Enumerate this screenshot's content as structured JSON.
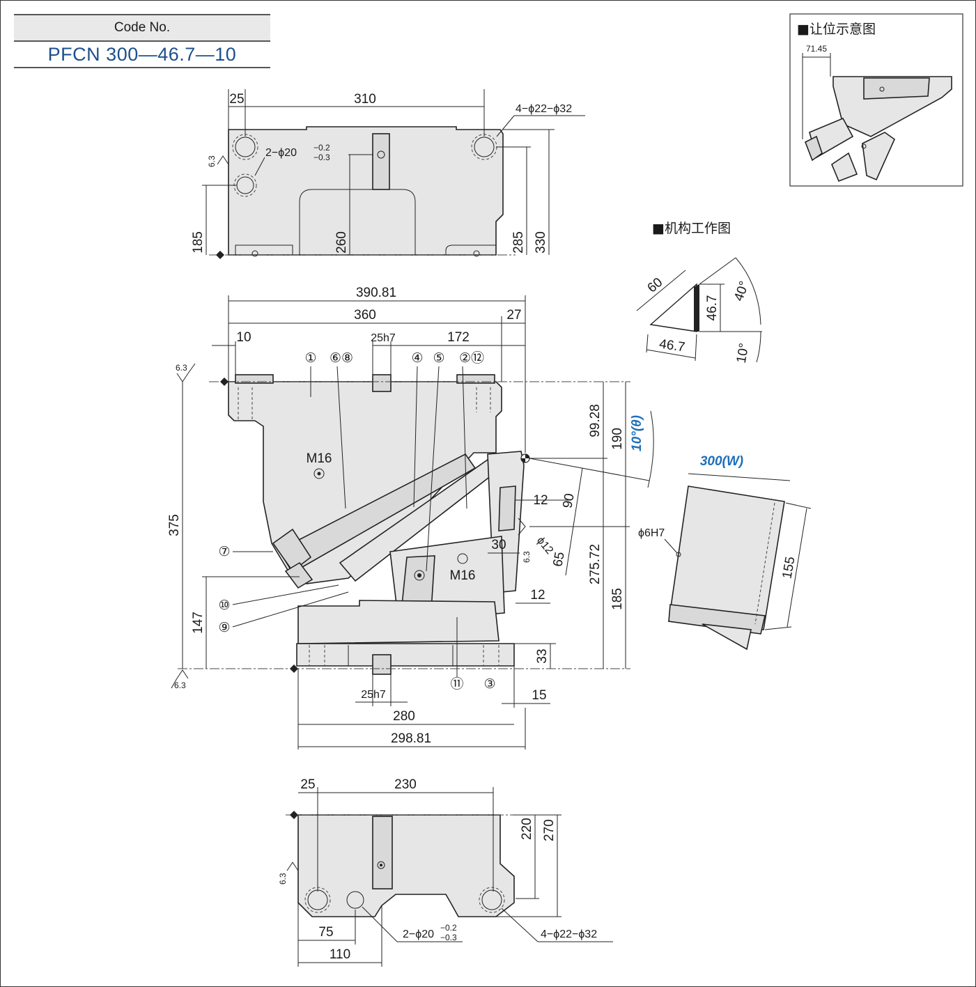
{
  "code_box": {
    "label": "Code No.",
    "value": "PFCN 300—46.7—10"
  },
  "top_view": {
    "dims": {
      "d25": "25",
      "d310": "310",
      "holes4": "4−ϕ22−ϕ32",
      "holes2": "2−ϕ20",
      "tol_up": "−0.2",
      "tol_lo": "−0.3",
      "d185": "185",
      "d260": "260",
      "d285": "285",
      "d330": "330",
      "finish": "6.3"
    }
  },
  "front_view": {
    "dims": {
      "d390": "390.81",
      "d360": "360",
      "d27": "27",
      "d10": "10",
      "d25h7": "25h7",
      "d172": "172",
      "d99": "99.28",
      "d190": "190",
      "d375": "375",
      "d147": "147",
      "d185": "185",
      "d275": "275.72",
      "d12a": "12",
      "d90": "90",
      "d30": "30",
      "d65": "65",
      "d12b": "12",
      "phi12": "ϕ12",
      "d33": "33",
      "d15": "15",
      "d25h7b": "25h7",
      "d280": "280",
      "d298": "298.81",
      "m16a": "M16",
      "m16b": "M16",
      "finish": "6.3"
    },
    "angle_blue": "10°(θ)",
    "balloons": [
      "①",
      "⑥⑧",
      "④",
      "⑤",
      "②⑫",
      "⑦",
      "⑩",
      "⑨",
      "⑪",
      "③"
    ]
  },
  "side_view": {
    "width_label": "300(W)",
    "d155": "155",
    "pin": "ϕ6H7"
  },
  "bottom_view": {
    "dims": {
      "d25": "25",
      "d230": "230",
      "d220": "220",
      "d270": "270",
      "d75": "75",
      "d110": "110",
      "holes2": "2−ϕ20",
      "tol_up": "−0.2",
      "tol_lo": "−0.3",
      "holes4": "4−ϕ22−ϕ32",
      "finish": "6.3"
    }
  },
  "inset_clearance": {
    "title": "■让位示意图",
    "d71": "71.45"
  },
  "mechanism": {
    "title": "■机构工作图",
    "d60": "60",
    "d46v": "46.7",
    "d46h": "46.7",
    "a40": "40°",
    "a10": "10°"
  }
}
